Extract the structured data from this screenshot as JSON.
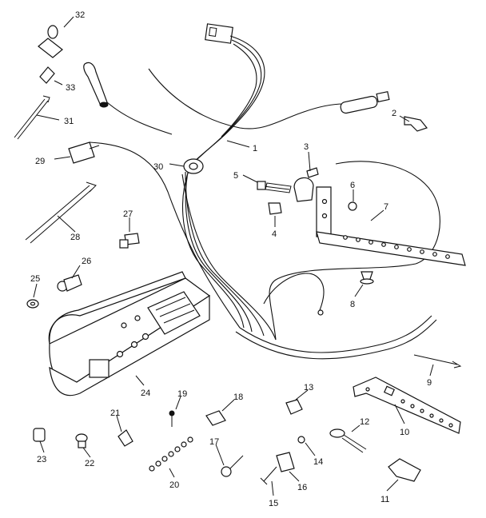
{
  "diagram": {
    "callouts": {
      "c1": "1",
      "c2": "2",
      "c3": "3",
      "c4": "4",
      "c5": "5",
      "c6": "6",
      "c7": "7",
      "c8": "8",
      "c9": "9",
      "c10": "10",
      "c11": "11",
      "c12": "12",
      "c13": "13",
      "c14": "14",
      "c15": "15",
      "c16": "16",
      "c17": "17",
      "c18": "18",
      "c19": "19",
      "c20": "20",
      "c21": "21",
      "c22": "22",
      "c23": "23",
      "c24": "24",
      "c25": "25",
      "c26": "26",
      "c27": "27",
      "c28": "28",
      "c29": "29",
      "c30": "30",
      "c31": "31",
      "c32": "32",
      "c33": "33"
    },
    "colors": {
      "ink": "#111111",
      "paper": "#ffffff"
    }
  }
}
